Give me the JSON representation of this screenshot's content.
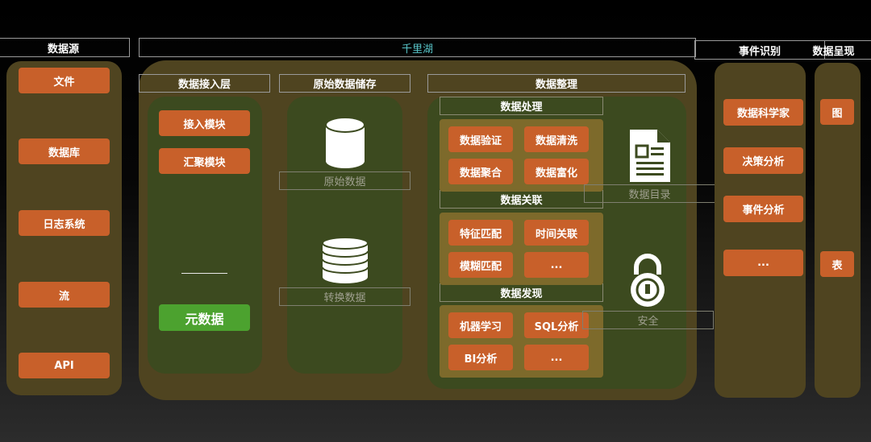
{
  "headers": {
    "data_source": "数据源",
    "lake": "千里湖",
    "event_recognition": "事件识别",
    "data_presentation": "数据呈现"
  },
  "sources": [
    "文件",
    "数据库",
    "日志系统",
    "流",
    "API"
  ],
  "ingest": {
    "title": "数据接入层",
    "modules": [
      "接入模块",
      "汇聚模块"
    ],
    "metadata": "元数据"
  },
  "raw_storage": {
    "title": "原始数据储存",
    "raw_label": "原始数据",
    "transform_label": "转换数据"
  },
  "organize": {
    "title": "数据整理",
    "processing": {
      "title": "数据处理",
      "items": [
        "数据验证",
        "数据清洗",
        "数据聚合",
        "数据富化"
      ]
    },
    "association": {
      "title": "数据关联",
      "items": [
        "特征匹配",
        "时间关联",
        "模糊匹配",
        "..."
      ]
    },
    "discovery": {
      "title": "数据发现",
      "items": [
        "机器学习",
        "SQL分析",
        "BI分析",
        "..."
      ]
    },
    "catalog_label": "数据目录",
    "security_label": "安全"
  },
  "events": [
    "数据科学家",
    "决策分析",
    "事件分析",
    "..."
  ],
  "presentation": [
    "图",
    "表"
  ],
  "colors": {
    "orange": "#c8602a",
    "green": "#4ca22f",
    "lake_text": "#58c4c8",
    "brown": "#4f4420",
    "olive": "#3c4a1f",
    "gold": "#7d6a2b"
  },
  "icons": [
    "database-icon",
    "stacked-database-icon",
    "document-icon",
    "lock-icon"
  ]
}
